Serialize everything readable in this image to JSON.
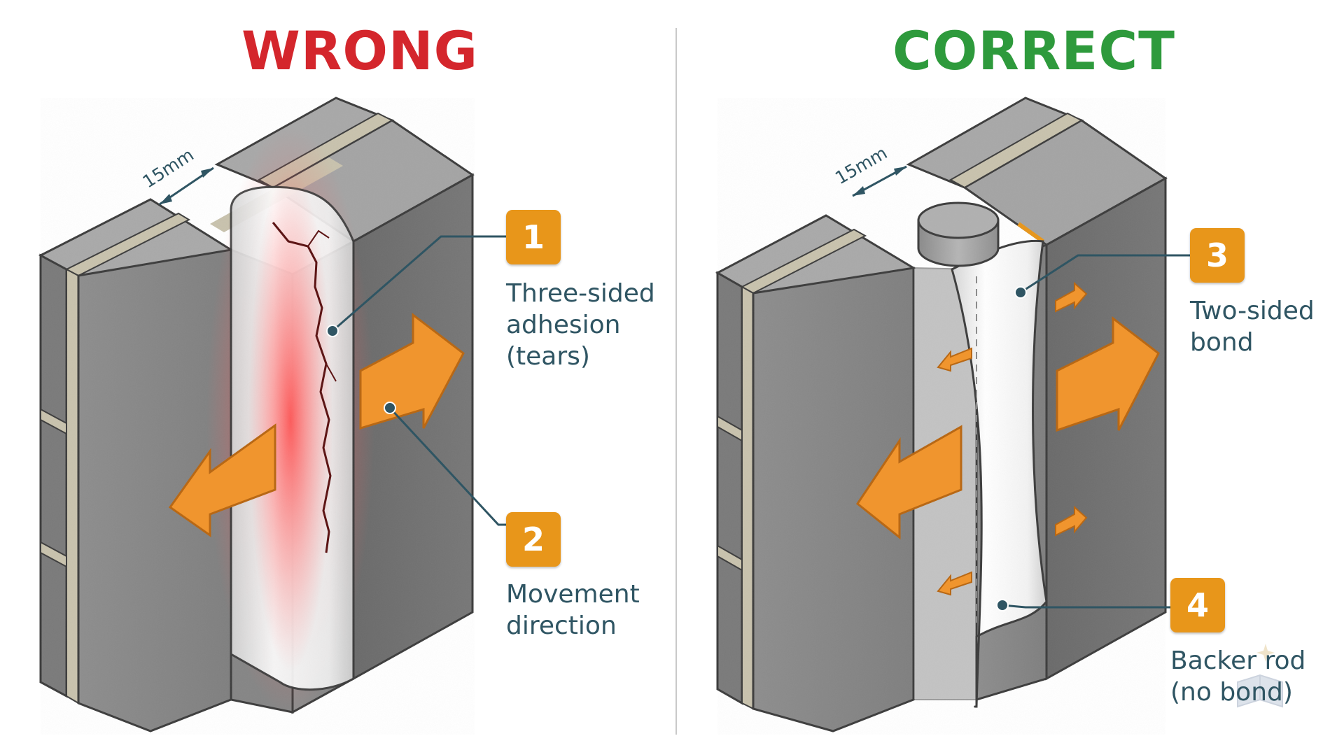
{
  "panels": {
    "wrong": {
      "title": "WRONG",
      "title_color": "#d4262c",
      "dimension": "15mm"
    },
    "correct": {
      "title": "CORRECT",
      "title_color": "#2e9a3c",
      "dimension": "15mm"
    }
  },
  "callouts": [
    {
      "number": "1",
      "lines": [
        "Three-sided",
        "adhesion",
        "(tears)"
      ]
    },
    {
      "number": "2",
      "lines": [
        "Movement",
        "direction"
      ]
    },
    {
      "number": "3",
      "lines": [
        "Two-sided",
        "bond"
      ]
    },
    {
      "number": "4",
      "lines": [
        "Backer rod",
        "(no bond)"
      ]
    }
  ],
  "colors": {
    "arrow": "#f0952e",
    "badge": "#e8961a",
    "leader": "#2f5563",
    "block_front": "#8a8a8a",
    "block_top": "#a9a9a9",
    "block_side": "#6f6f6f",
    "mortar": "#c8c2ad",
    "sealant": "#f4f4f4",
    "stress": "#ff3b3b"
  }
}
